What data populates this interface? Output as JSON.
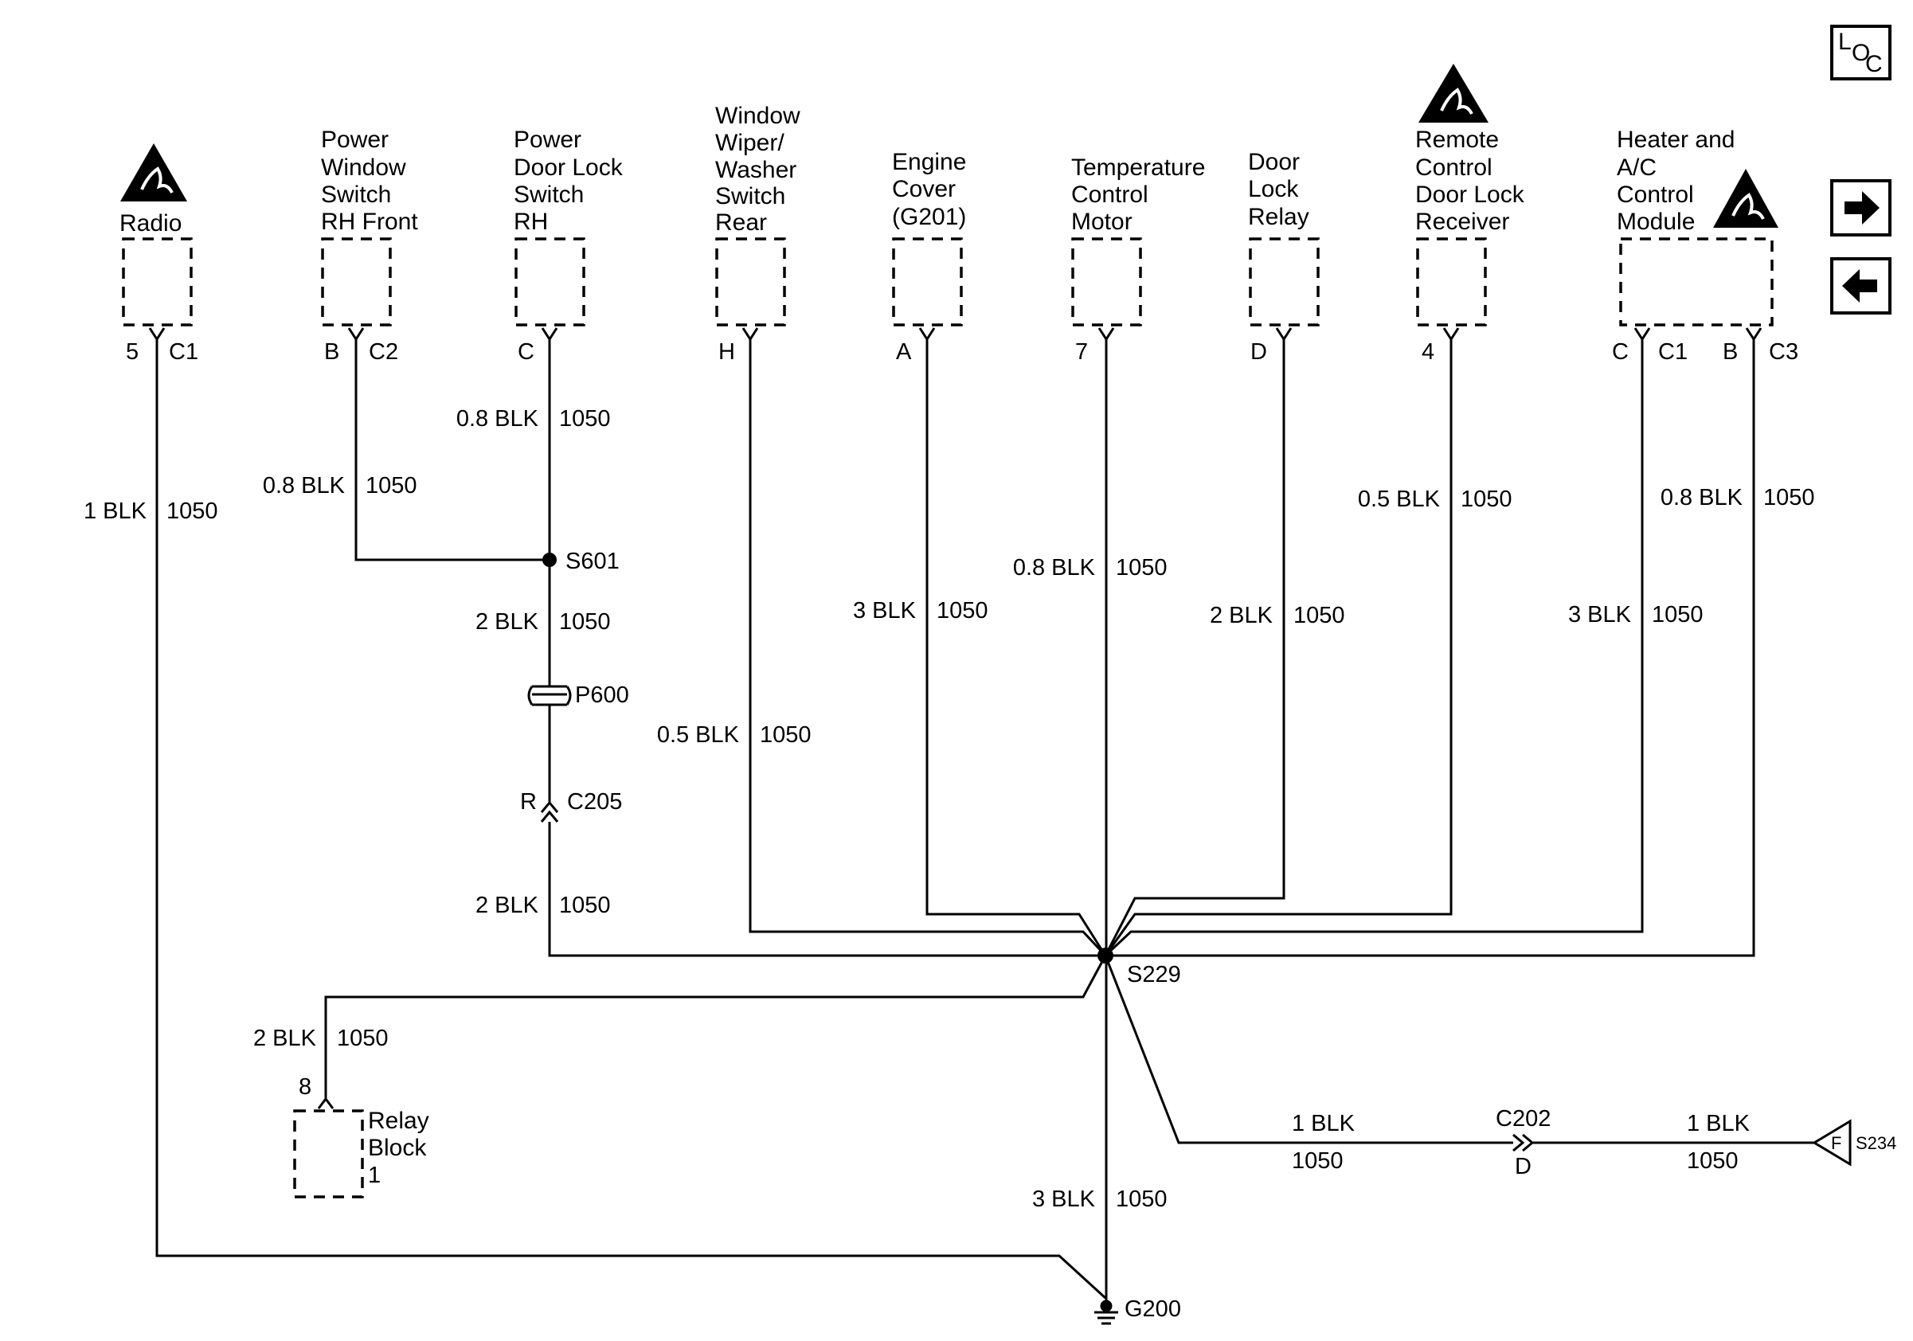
{
  "components": {
    "radio": {
      "lines": [
        "Radio"
      ],
      "pin": "5",
      "connector": "C1"
    },
    "pws": {
      "lines": [
        "Power",
        "Window",
        "Switch",
        "RH Front"
      ],
      "pin": "B",
      "connector": "C2"
    },
    "pdl": {
      "lines": [
        "Power",
        "Door Lock",
        "Switch",
        "RH"
      ],
      "pin": "C"
    },
    "wiper": {
      "lines": [
        "Window",
        "Wiper/",
        "Washer",
        "Switch",
        "Rear"
      ],
      "pin": "H"
    },
    "engine": {
      "lines": [
        "Engine",
        "Cover",
        "(G201)"
      ],
      "pin": "A"
    },
    "temp": {
      "lines": [
        "Temperature",
        "Control",
        "Motor"
      ],
      "pin": "7"
    },
    "dlr": {
      "lines": [
        "Door",
        "Lock",
        "Relay"
      ],
      "pin": "D"
    },
    "rcdl": {
      "lines": [
        "Remote",
        "Control",
        "Door Lock",
        "Receiver"
      ],
      "pin": "4"
    },
    "hvac": {
      "lines": [
        "Heater and",
        "A/C",
        "Control",
        "Module"
      ],
      "pin1": "C",
      "connector1": "C1",
      "pin2": "B",
      "connector2": "C3"
    },
    "relay_block": {
      "lines": [
        "Relay",
        "Block"
      ],
      "pin": "8",
      "number": "1"
    }
  },
  "wires": {
    "radio": {
      "size": "1 BLK",
      "circuit": "1050"
    },
    "pws": {
      "size": "0.8 BLK",
      "circuit": "1050"
    },
    "pdl_top": {
      "size": "0.8 BLK",
      "circuit": "1050"
    },
    "pdl_mid": {
      "size": "2 BLK",
      "circuit": "1050"
    },
    "pdl_low": {
      "size": "2 BLK",
      "circuit": "1050"
    },
    "wiper": {
      "size": "0.5 BLK",
      "circuit": "1050"
    },
    "engine": {
      "size": "3 BLK",
      "circuit": "1050"
    },
    "temp": {
      "size": "0.8 BLK",
      "circuit": "1050"
    },
    "dlr": {
      "size": "2 BLK",
      "circuit": "1050"
    },
    "rcdl": {
      "size": "0.5 BLK",
      "circuit": "1050"
    },
    "hvac_c1": {
      "size": "3 BLK",
      "circuit": "1050"
    },
    "hvac_c3": {
      "size": "0.8 BLK",
      "circuit": "1050"
    },
    "relay": {
      "size": "2 BLK",
      "circuit": "1050"
    },
    "ground": {
      "size": "3 BLK",
      "circuit": "1050"
    },
    "to_c202": {
      "size": "1 BLK",
      "circuit": "1050"
    },
    "to_s234": {
      "size": "1 BLK",
      "circuit": "1050"
    }
  },
  "splices": {
    "s601": "S601",
    "s229": "S229"
  },
  "connectors": {
    "p600": "P600",
    "c205": {
      "name": "C205",
      "pin": "R"
    },
    "c202": {
      "name": "C202",
      "pin": "D"
    }
  },
  "ground": "G200",
  "offpage": {
    "letter": "F",
    "label": "S234"
  },
  "loc": {
    "l": "L",
    "o": "O",
    "c": "C"
  },
  "nav": {
    "forward_icon": "arrow-right",
    "back_icon": "arrow-left"
  }
}
